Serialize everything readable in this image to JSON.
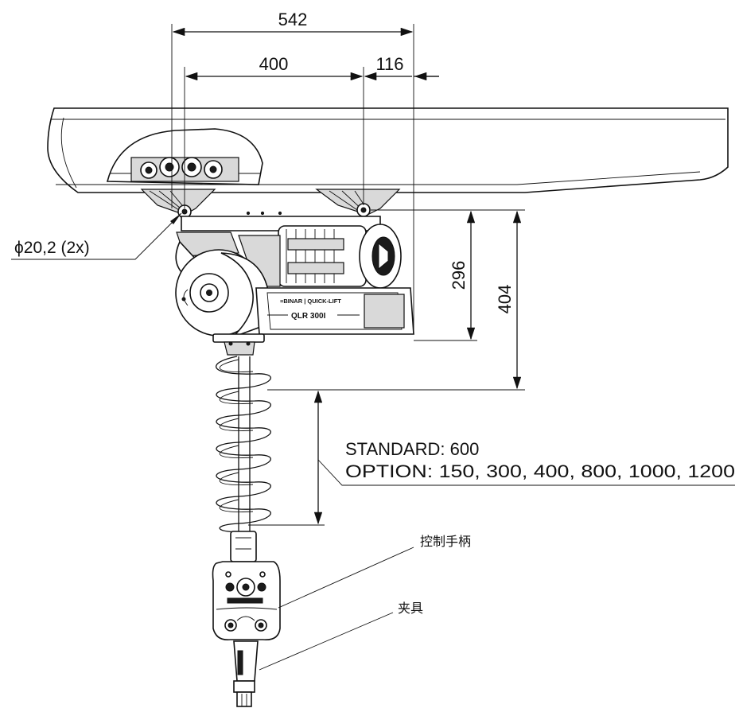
{
  "dimensions": {
    "overall_width": "542",
    "pivot_spacing": "400",
    "offset_right": "116",
    "pin_diameter": "ϕ20,2 (2x)",
    "height_to_body": "296",
    "height_to_coil_top": "404"
  },
  "stroke_note": {
    "standard": "STANDARD: 600",
    "option": "OPTION: 150, 300, 400, 800, 1000, 1200"
  },
  "device": {
    "brand_plate": "≡BINAR | QUICK-LIFT",
    "model_plate": "QLR 300I"
  },
  "callouts": {
    "control_handle": "控制手柄",
    "gripper": "夹具"
  }
}
